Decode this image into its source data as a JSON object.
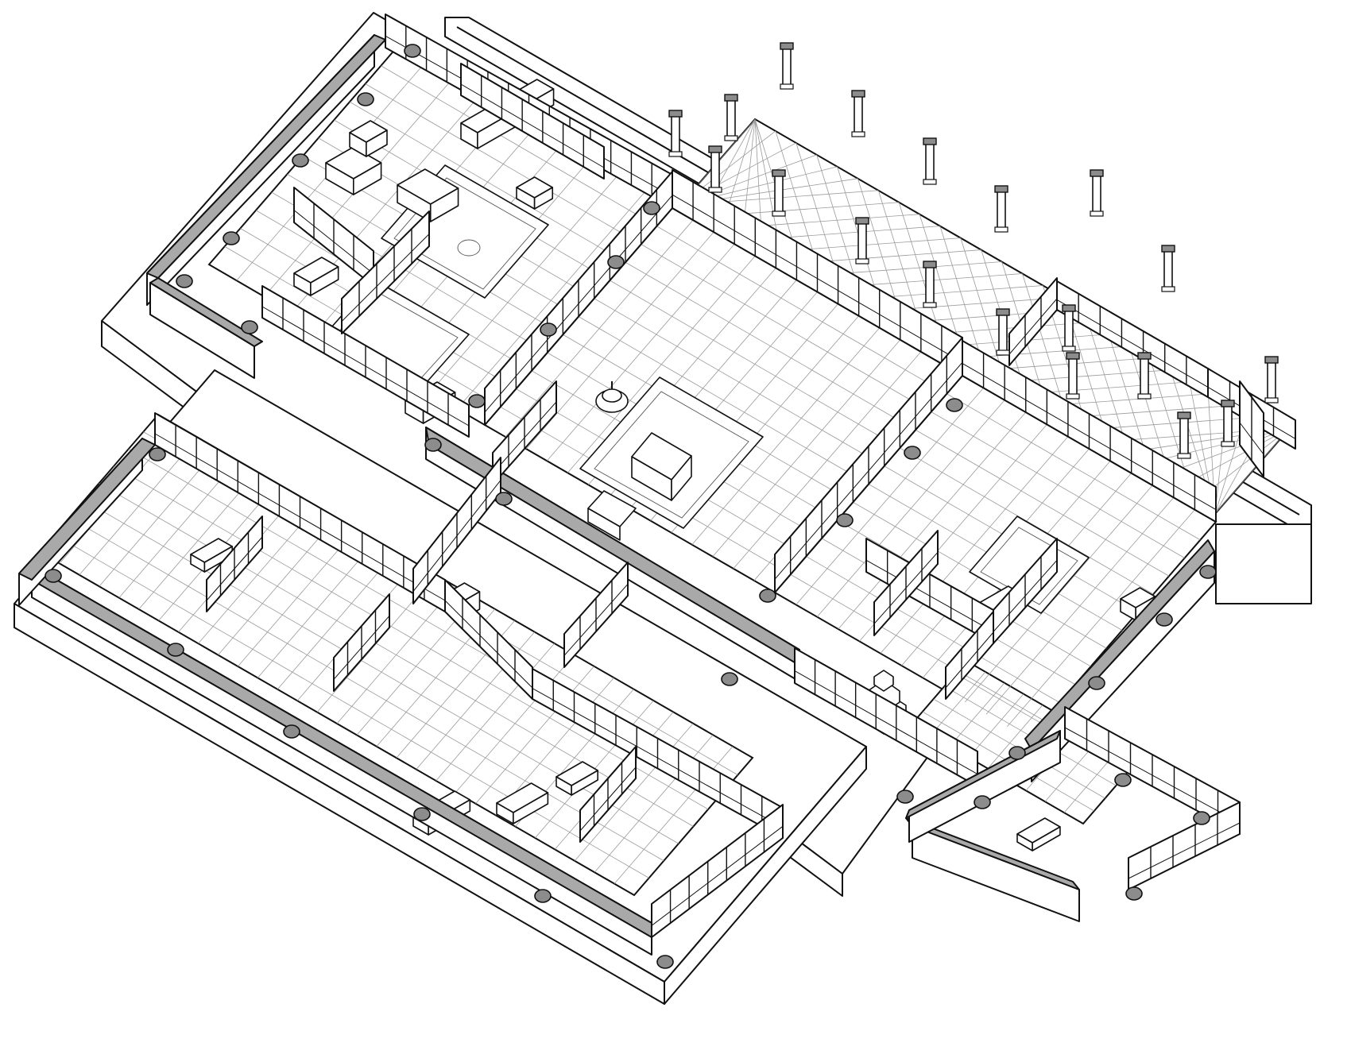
{
  "colors": {
    "background": "#ffffff",
    "line": "#111111",
    "wall_top": "#a9a9a9",
    "column": "#8c8c8c",
    "floor_grid": "#9a9a9a",
    "panel_fill": "#ffffff"
  },
  "pavilions": [
    {
      "id": "north-hall",
      "part": "main"
    },
    {
      "id": "central-hall",
      "part": "main"
    },
    {
      "id": "east-wing",
      "part": "main"
    },
    {
      "id": "terrace",
      "part": "outdoor"
    },
    {
      "id": "south-hall",
      "part": "main"
    },
    {
      "id": "southeast-annex",
      "part": "main"
    }
  ]
}
